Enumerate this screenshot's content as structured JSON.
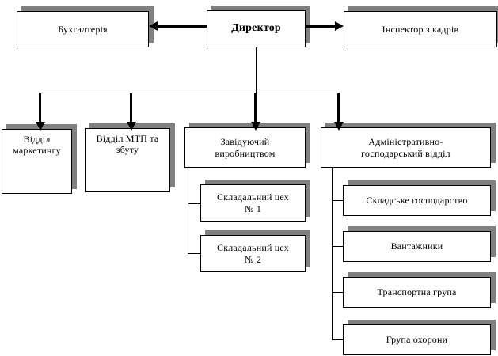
{
  "diagram": {
    "type": "org-chart",
    "title_text": "",
    "colors": {
      "box_fill": "#ffffff",
      "box_border": "#000000",
      "shadow": "#808080",
      "connector": "#000000",
      "text": "#000000"
    },
    "root": {
      "id": "director",
      "label": "Директор",
      "bold": true
    },
    "peers": [
      {
        "id": "accounting",
        "label": "Бухгалтерія",
        "side": "left",
        "arrow": "left"
      },
      {
        "id": "hr-inspector",
        "label": "Інспектор з кадрів",
        "side": "right",
        "arrow": "right"
      }
    ],
    "departments": [
      {
        "id": "marketing",
        "label": "Відділ\nмаркетингу",
        "children": []
      },
      {
        "id": "mtp-sales",
        "label": "Відділ МТП та\nзбуту",
        "children": []
      },
      {
        "id": "production-manager",
        "label": "Завідуючий\nвиробництвом",
        "children": [
          {
            "id": "assembly-shop-1",
            "label": "Складальний цех\n№ 1"
          },
          {
            "id": "assembly-shop-2",
            "label": "Складальний цех\n№ 2"
          }
        ]
      },
      {
        "id": "admin-economic",
        "label": "Адміністративно-\nгосподарський відділ",
        "children": [
          {
            "id": "warehouse",
            "label": "Складське господарство"
          },
          {
            "id": "loaders",
            "label": "Вантажники"
          },
          {
            "id": "transport-group",
            "label": "Транспортна група"
          },
          {
            "id": "security-group",
            "label": "Група охорони"
          }
        ]
      }
    ]
  }
}
